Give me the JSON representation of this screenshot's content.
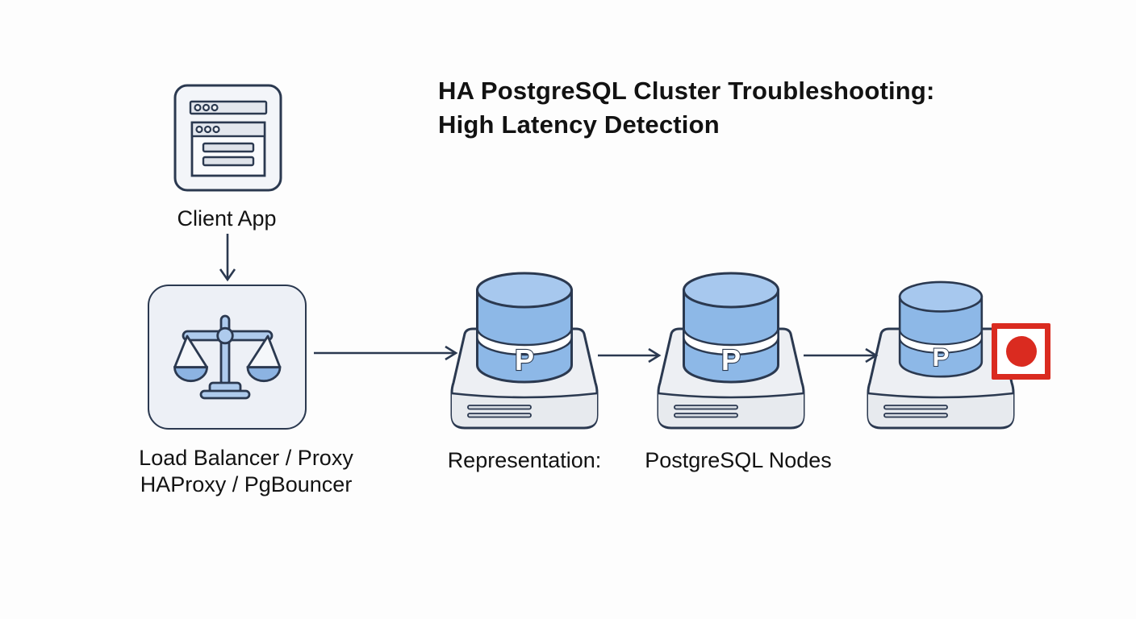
{
  "title": {
    "line1": "HA PostgreSQL Cluster Troubleshooting:",
    "line2": "High Latency Detection"
  },
  "client_app": {
    "label": "Client App"
  },
  "load_balancer": {
    "label_line1": "Load Balancer / Proxy",
    "label_line2": "HAProxy / PgBouncer"
  },
  "captions": {
    "representation": "Representation:",
    "postgres_nodes": "PostgreSQL Nodes"
  },
  "postgres_node": {
    "letter": "P"
  },
  "indicator": {
    "type": "high-latency-alert",
    "color": "#da2b20"
  },
  "colors": {
    "background": "#fdfdfd",
    "outline_navy": "#2b3950",
    "cylinder_body": "#8db8e7",
    "cylinder_top": "#a7c8ee",
    "panel_fill": "#edf0f6",
    "pedestal_fill": "#edeff3",
    "scale_fill": "#aecbed",
    "bowl_fill": "#8cb3e2",
    "alert_red": "#da2b20"
  }
}
